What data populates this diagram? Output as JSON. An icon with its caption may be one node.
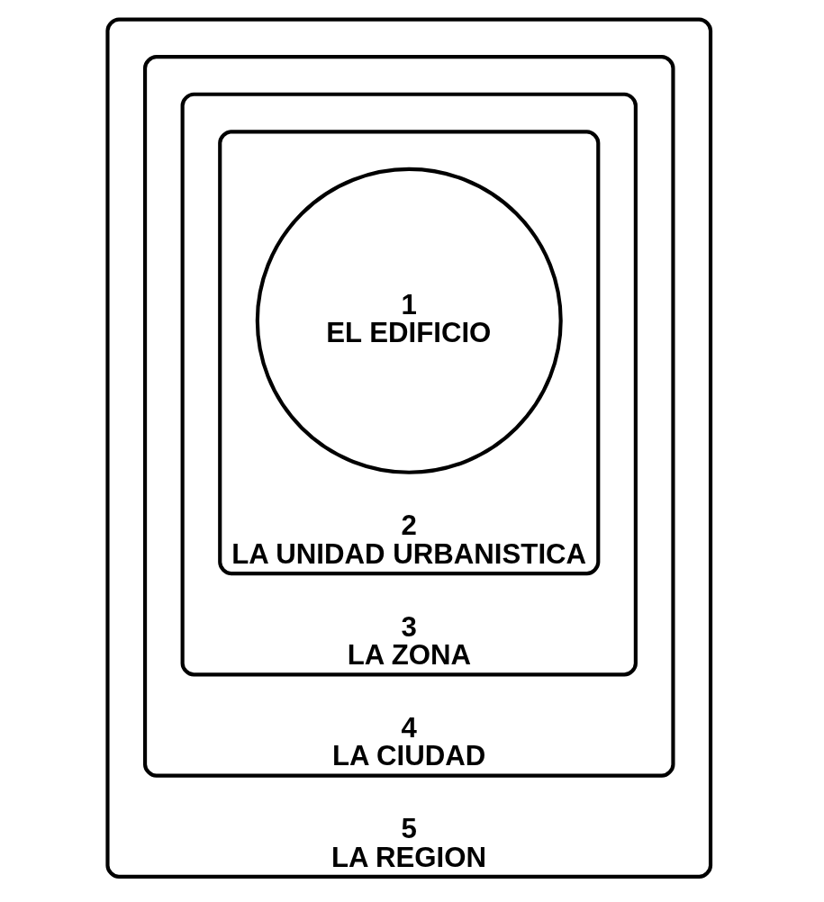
{
  "diagram": {
    "nodes": [
      {
        "text": [
          "5",
          "LA REGION"
        ]
      },
      {
        "text": [
          "4",
          "LA CIUDAD"
        ],
        "in": 0
      },
      {
        "text": [
          "3",
          "LA ZONA"
        ],
        "in": 1
      },
      {
        "text": [
          "2",
          "LA UNIDAD URBANISTICA"
        ],
        "in": 2
      },
      {
        "text": [
          "1",
          "EL EDIFICIO"
        ],
        "in": 3
      }
    ]
  }
}
